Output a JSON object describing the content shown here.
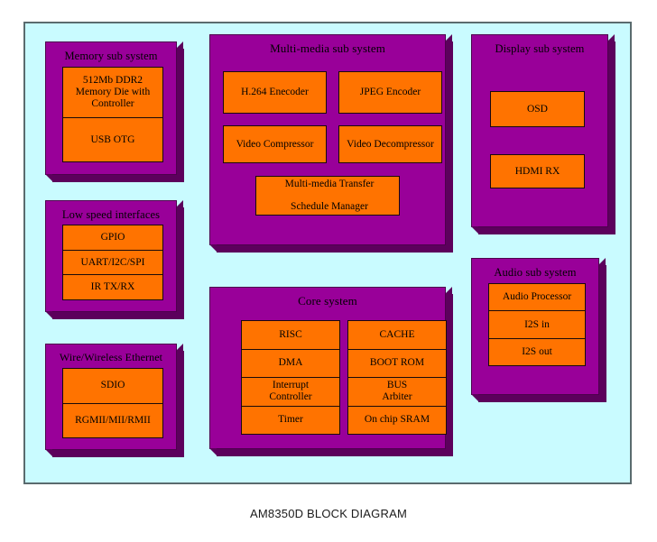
{
  "caption": "AM8350D BLOCK DIAGRAM",
  "colors": {
    "canvas_background": "#c9fbff",
    "subsystem_fill": "#990099",
    "subsystem_shadow": "#5c005c",
    "block_fill": "#ff7300",
    "block_border": "#1a0a0a",
    "canvas_border": "#5a6b6e",
    "text": "#000000"
  },
  "diagram": {
    "type": "block-diagram",
    "subsystems": [
      {
        "id": "memory",
        "title": "Memory sub system",
        "blocks": [
          {
            "label": "512Mb DDR2 Memory Die with Controller",
            "lines": [
              "512Mb DDR2",
              "Memory Die with",
              "Controller"
            ]
          },
          {
            "label": "USB OTG",
            "lines": [
              "USB OTG"
            ]
          }
        ]
      },
      {
        "id": "multimedia",
        "title": "Multi-media sub system",
        "blocks": [
          {
            "label": "H.264 Enecoder",
            "lines": [
              "H.264 Enecoder"
            ]
          },
          {
            "label": "JPEG Encoder",
            "lines": [
              "JPEG Encoder"
            ]
          },
          {
            "label": "Video Compressor",
            "lines": [
              "Video Compressor"
            ]
          },
          {
            "label": "Video Decompressor",
            "lines": [
              "Video Decompressor"
            ]
          },
          {
            "label": "Multi-media  Transfer Schedule Manager",
            "lines": [
              "Multi-media  Transfer",
              "Schedule Manager"
            ]
          }
        ]
      },
      {
        "id": "display",
        "title": "Display sub system",
        "blocks": [
          {
            "label": "OSD",
            "lines": [
              "OSD"
            ]
          },
          {
            "label": "HDMI RX",
            "lines": [
              "HDMI RX"
            ]
          }
        ]
      },
      {
        "id": "lowspeed",
        "title": "Low speed interfaces",
        "blocks": [
          {
            "label": "GPIO",
            "lines": [
              "GPIO"
            ]
          },
          {
            "label": "UART/I2C/SPI",
            "lines": [
              "UART/I2C/SPI"
            ]
          },
          {
            "label": "IR TX/RX",
            "lines": [
              "IR TX/RX"
            ]
          }
        ]
      },
      {
        "id": "ethernet",
        "title": "Wire/Wireless Ethernet",
        "blocks": [
          {
            "label": "SDIO",
            "lines": [
              "SDIO"
            ]
          },
          {
            "label": "RGMII/MII/RMII",
            "lines": [
              "RGMII/MII/RMII"
            ]
          }
        ]
      },
      {
        "id": "core",
        "title": "Core system",
        "columns": [
          {
            "blocks": [
              {
                "label": "RISC",
                "lines": [
                  "RISC"
                ]
              },
              {
                "label": "DMA",
                "lines": [
                  "DMA"
                ]
              },
              {
                "label": "Interrupt Controller",
                "lines": [
                  "Interrupt",
                  "Controller"
                ]
              },
              {
                "label": "Timer",
                "lines": [
                  "Timer"
                ]
              }
            ]
          },
          {
            "blocks": [
              {
                "label": "CACHE",
                "lines": [
                  "CACHE"
                ]
              },
              {
                "label": "BOOT ROM",
                "lines": [
                  "BOOT ROM"
                ]
              },
              {
                "label": "BUS Arbiter",
                "lines": [
                  "BUS",
                  "Arbiter"
                ]
              },
              {
                "label": "On chip SRAM",
                "lines": [
                  "On chip SRAM"
                ]
              }
            ]
          }
        ]
      },
      {
        "id": "audio",
        "title": "Audio sub system",
        "blocks": [
          {
            "label": "Audio Processor",
            "lines": [
              "Audio Processor"
            ]
          },
          {
            "label": "I2S in",
            "lines": [
              "I2S in"
            ]
          },
          {
            "label": "I2S out",
            "lines": [
              "I2S out"
            ]
          }
        ]
      }
    ]
  }
}
